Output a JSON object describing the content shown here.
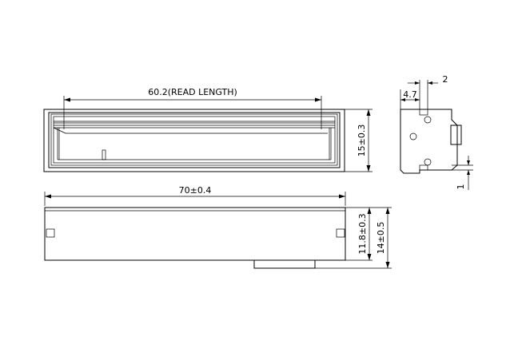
{
  "dimensions": {
    "read_length": "60.2(READ LENGTH)",
    "height_top": "15±0.3",
    "width_total": "70±0.4",
    "height_front_inner": "11.8±0.3",
    "height_front_total": "14±0.5",
    "side_offset": "4.7",
    "side_slot": "2",
    "side_bottom": "1"
  }
}
